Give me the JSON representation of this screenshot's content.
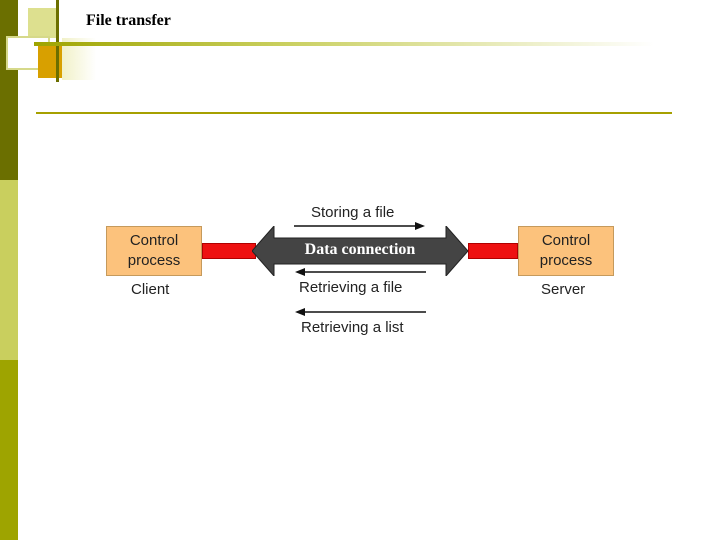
{
  "slide": {
    "title": "File transfer"
  },
  "diagram": {
    "client_box": "Control\nprocess",
    "client_label": "Client",
    "server_box": "Control\nprocess",
    "server_label": "Server",
    "connection_label": "Data connection",
    "operations": {
      "store": "Storing a file",
      "retrieve_file": "Retrieving a file",
      "retrieve_list": "Retrieving a list"
    }
  },
  "colors": {
    "box_fill": "#fcc27c",
    "connector": "#ee1111",
    "arrow_body": "#444444",
    "accent_dark": "#6b6f00",
    "accent_light": "#c9cf5e"
  }
}
